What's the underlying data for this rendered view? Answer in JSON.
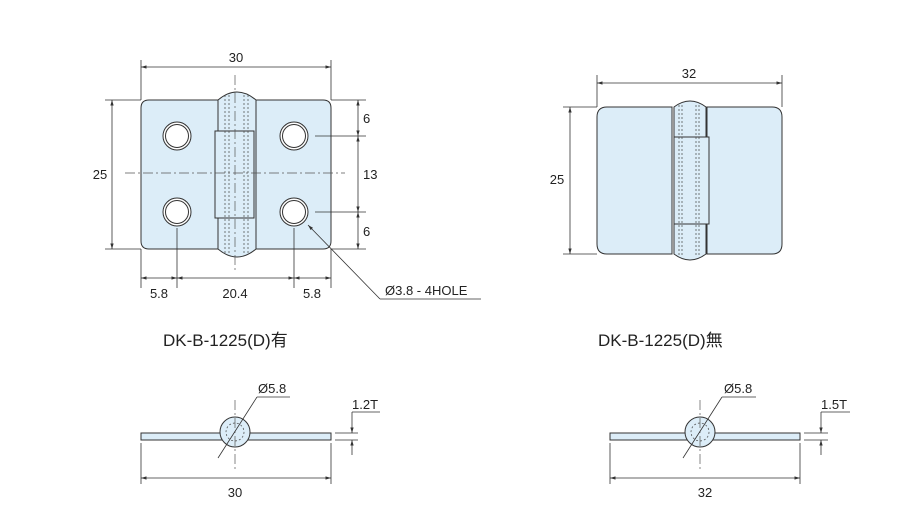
{
  "left_view": {
    "width_dim": "30",
    "height_dim": "25",
    "right_dims": [
      "6",
      "13",
      "6"
    ],
    "bottom_dims": [
      "5.8",
      "20.4",
      "5.8"
    ],
    "hole_callout": "Ø3.8 - 4HOLE",
    "caption": "DK-B-1225(D)有"
  },
  "right_view": {
    "width_dim": "32",
    "height_dim": "25",
    "caption": "DK-B-1225(D)無"
  },
  "side_left": {
    "diameter": "Ø5.8",
    "thickness": "1.2T",
    "width_dim": "30"
  },
  "side_right": {
    "diameter": "Ø5.8",
    "thickness": "1.5T",
    "width_dim": "32"
  },
  "colors": {
    "plate_fill": "#dcedf8",
    "line": "#333333"
  }
}
